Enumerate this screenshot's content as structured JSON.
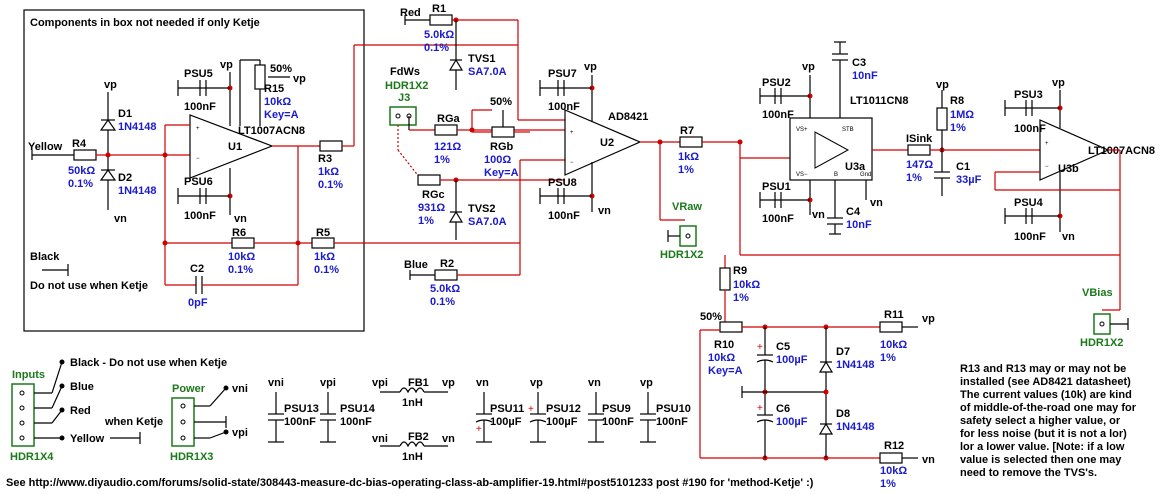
{
  "box_title": "Components in box not needed if only Ketje",
  "black_label": "Black",
  "black_note": "Do not use when Ketje",
  "yellow": "Yellow",
  "red": "Red",
  "blue": "Blue",
  "vp": "vp",
  "vn": "vn",
  "vni": "vni",
  "vpi": "vpi",
  "parts": {
    "R1": {
      "ref": "R1",
      "val": "5.0kΩ",
      "tol": "0.1%"
    },
    "R2": {
      "ref": "R2",
      "val": "5.0kΩ",
      "tol": "0.1%"
    },
    "R3": {
      "ref": "R3",
      "val": "1kΩ",
      "tol": "0.1%"
    },
    "R4": {
      "ref": "R4",
      "val": "50kΩ",
      "tol": "0.1%"
    },
    "R5": {
      "ref": "R5",
      "val": "1kΩ",
      "tol": "0.1%"
    },
    "R6": {
      "ref": "R6",
      "val": "10kΩ",
      "tol": "0.1%"
    },
    "R7": {
      "ref": "R7",
      "val": "1kΩ",
      "tol": "1%"
    },
    "R8": {
      "ref": "R8",
      "val": "1MΩ",
      "tol": "1%"
    },
    "R9": {
      "ref": "R9",
      "val": "10kΩ",
      "tol": "1%"
    },
    "R10": {
      "ref": "R10",
      "val": "10kΩ",
      "key": "Key=A",
      "pct": "50%"
    },
    "R11": {
      "ref": "R11",
      "val": "10kΩ",
      "tol": "1%"
    },
    "R12": {
      "ref": "R12",
      "val": "10kΩ",
      "tol": "1%"
    },
    "R15": {
      "ref": "R15",
      "val": "10kΩ",
      "key": "Key=A",
      "pct": "50%"
    },
    "RGa": {
      "ref": "RGa",
      "val": "121Ω",
      "tol": "1%"
    },
    "RGb": {
      "ref": "RGb",
      "val": "100Ω",
      "key": "Key=A",
      "pct": "50%"
    },
    "RGc": {
      "ref": "RGc",
      "val": "931Ω",
      "tol": "1%"
    },
    "ISink": {
      "ref": "ISink",
      "val": "147Ω",
      "tol": "1%"
    },
    "C1": {
      "ref": "C1",
      "val": "33µF"
    },
    "C2": {
      "ref": "C2",
      "val": "0pF"
    },
    "C3": {
      "ref": "C3",
      "val": "10nF"
    },
    "C4": {
      "ref": "C4",
      "val": "10nF"
    },
    "C5": {
      "ref": "C5",
      "val": "100µF"
    },
    "C6": {
      "ref": "C6",
      "val": "100µF"
    },
    "D1": {
      "ref": "D1",
      "val": "1N4148"
    },
    "D2": {
      "ref": "D2",
      "val": "1N4148"
    },
    "D7": {
      "ref": "D7",
      "val": "1N4148"
    },
    "D8": {
      "ref": "D8",
      "val": "1N4148"
    },
    "TVS1": {
      "ref": "TVS1",
      "val": "SA7.0A"
    },
    "TVS2": {
      "ref": "TVS2",
      "val": "SA7.0A"
    },
    "U1": {
      "ref": "U1",
      "val": "LT1007ACN8"
    },
    "U2": {
      "ref": "U2",
      "val": "AD8421"
    },
    "U3a": {
      "ref": "U3a",
      "val": "LT1011CN8"
    },
    "U3b": {
      "ref": "U3b",
      "val": "LT1007ACN8"
    },
    "PSU1": {
      "ref": "PSU1",
      "val": "100nF"
    },
    "PSU2": {
      "ref": "PSU2",
      "val": "100nF"
    },
    "PSU3": {
      "ref": "PSU3",
      "val": "100nF"
    },
    "PSU4": {
      "ref": "PSU4",
      "val": "100nF"
    },
    "PSU5": {
      "ref": "PSU5",
      "val": "100nF"
    },
    "PSU6": {
      "ref": "PSU6",
      "val": "100nF"
    },
    "PSU7": {
      "ref": "PSU7",
      "val": "100nF"
    },
    "PSU8": {
      "ref": "PSU8",
      "val": "100nF"
    },
    "PSU9": {
      "ref": "PSU9",
      "val": "100nF"
    },
    "PSU10": {
      "ref": "PSU10",
      "val": "100nF"
    },
    "PSU11": {
      "ref": "PSU11",
      "val": "100µF"
    },
    "PSU12": {
      "ref": "PSU12",
      "val": "100µF"
    },
    "PSU13": {
      "ref": "PSU13",
      "val": "100nF"
    },
    "PSU14": {
      "ref": "PSU14",
      "val": "100nF"
    },
    "FB1": {
      "ref": "FB1",
      "val": "1nH"
    },
    "FB2": {
      "ref": "FB2",
      "val": "1nH"
    }
  },
  "headers": {
    "J3": {
      "ref": "J3",
      "type": "HDR1X2",
      "name": "FdWs"
    },
    "VRaw": {
      "name": "VRaw",
      "type": "HDR1X2"
    },
    "VBias": {
      "name": "VBias",
      "type": "HDR1X2"
    },
    "Inputs": {
      "name": "Inputs",
      "type": "HDR1X4"
    },
    "Power": {
      "name": "Power",
      "type": "HDR1X3"
    }
  },
  "input_labels": {
    "black": "Black - Do not use when Ketje",
    "blue": "Blue",
    "red": "Red",
    "yellow": "Yellow",
    "when_ketje": "when  Ketje"
  },
  "note_lines": [
    "R13 and R13 may or may not be",
    "installed (see AD8421 datasheet)",
    "The current values (10k) are kind",
    "of middle-of-the-road one may for",
    "safety select a higher value, or",
    "for less noise (but it is not a lor)",
    "lor a lower value. [Note: if a low",
    "value is selected then one may",
    "need to remove the TVS's."
  ],
  "footer": "See http://www.diyaudio.com/forums/solid-state/308443-measure-dc-bias-operating-class-ab-amplifier-19.html#post5101233 post #190 for 'method-Ketje' :)"
}
